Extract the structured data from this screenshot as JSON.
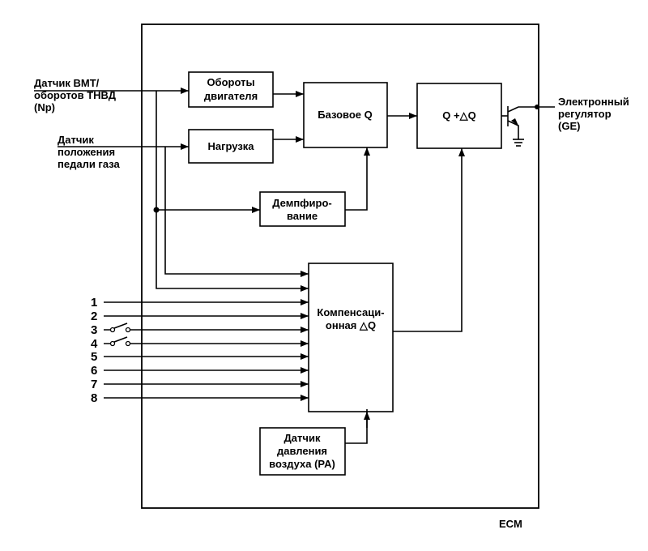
{
  "inputs": {
    "bmt_sensor": [
      "Датчик ВМТ/",
      "оборотов ТНВД",
      "(Np)"
    ],
    "pedal_sensor": [
      "Датчик",
      "положения",
      "педали газа"
    ]
  },
  "blocks": {
    "engine_speed": [
      "Обороты",
      "двигателя"
    ],
    "load": [
      "Нагрузка"
    ],
    "base_q": [
      "Базовое Q"
    ],
    "q_delta": [
      "Q +△Q"
    ],
    "damping": [
      "Демпфиро-",
      "вание"
    ],
    "compensation": [
      "Компенсаци-",
      "онная △Q"
    ],
    "pressure_sensor": [
      "Датчик",
      "давления",
      "воздуха (PA)"
    ]
  },
  "output": [
    "Электронный",
    "регулятор",
    "(GE)"
  ],
  "numbered_inputs": [
    "1",
    "2",
    "3",
    "4",
    "5",
    "6",
    "7",
    "8"
  ],
  "switched_inputs": [
    "3",
    "4"
  ],
  "frame_label": "ECM"
}
